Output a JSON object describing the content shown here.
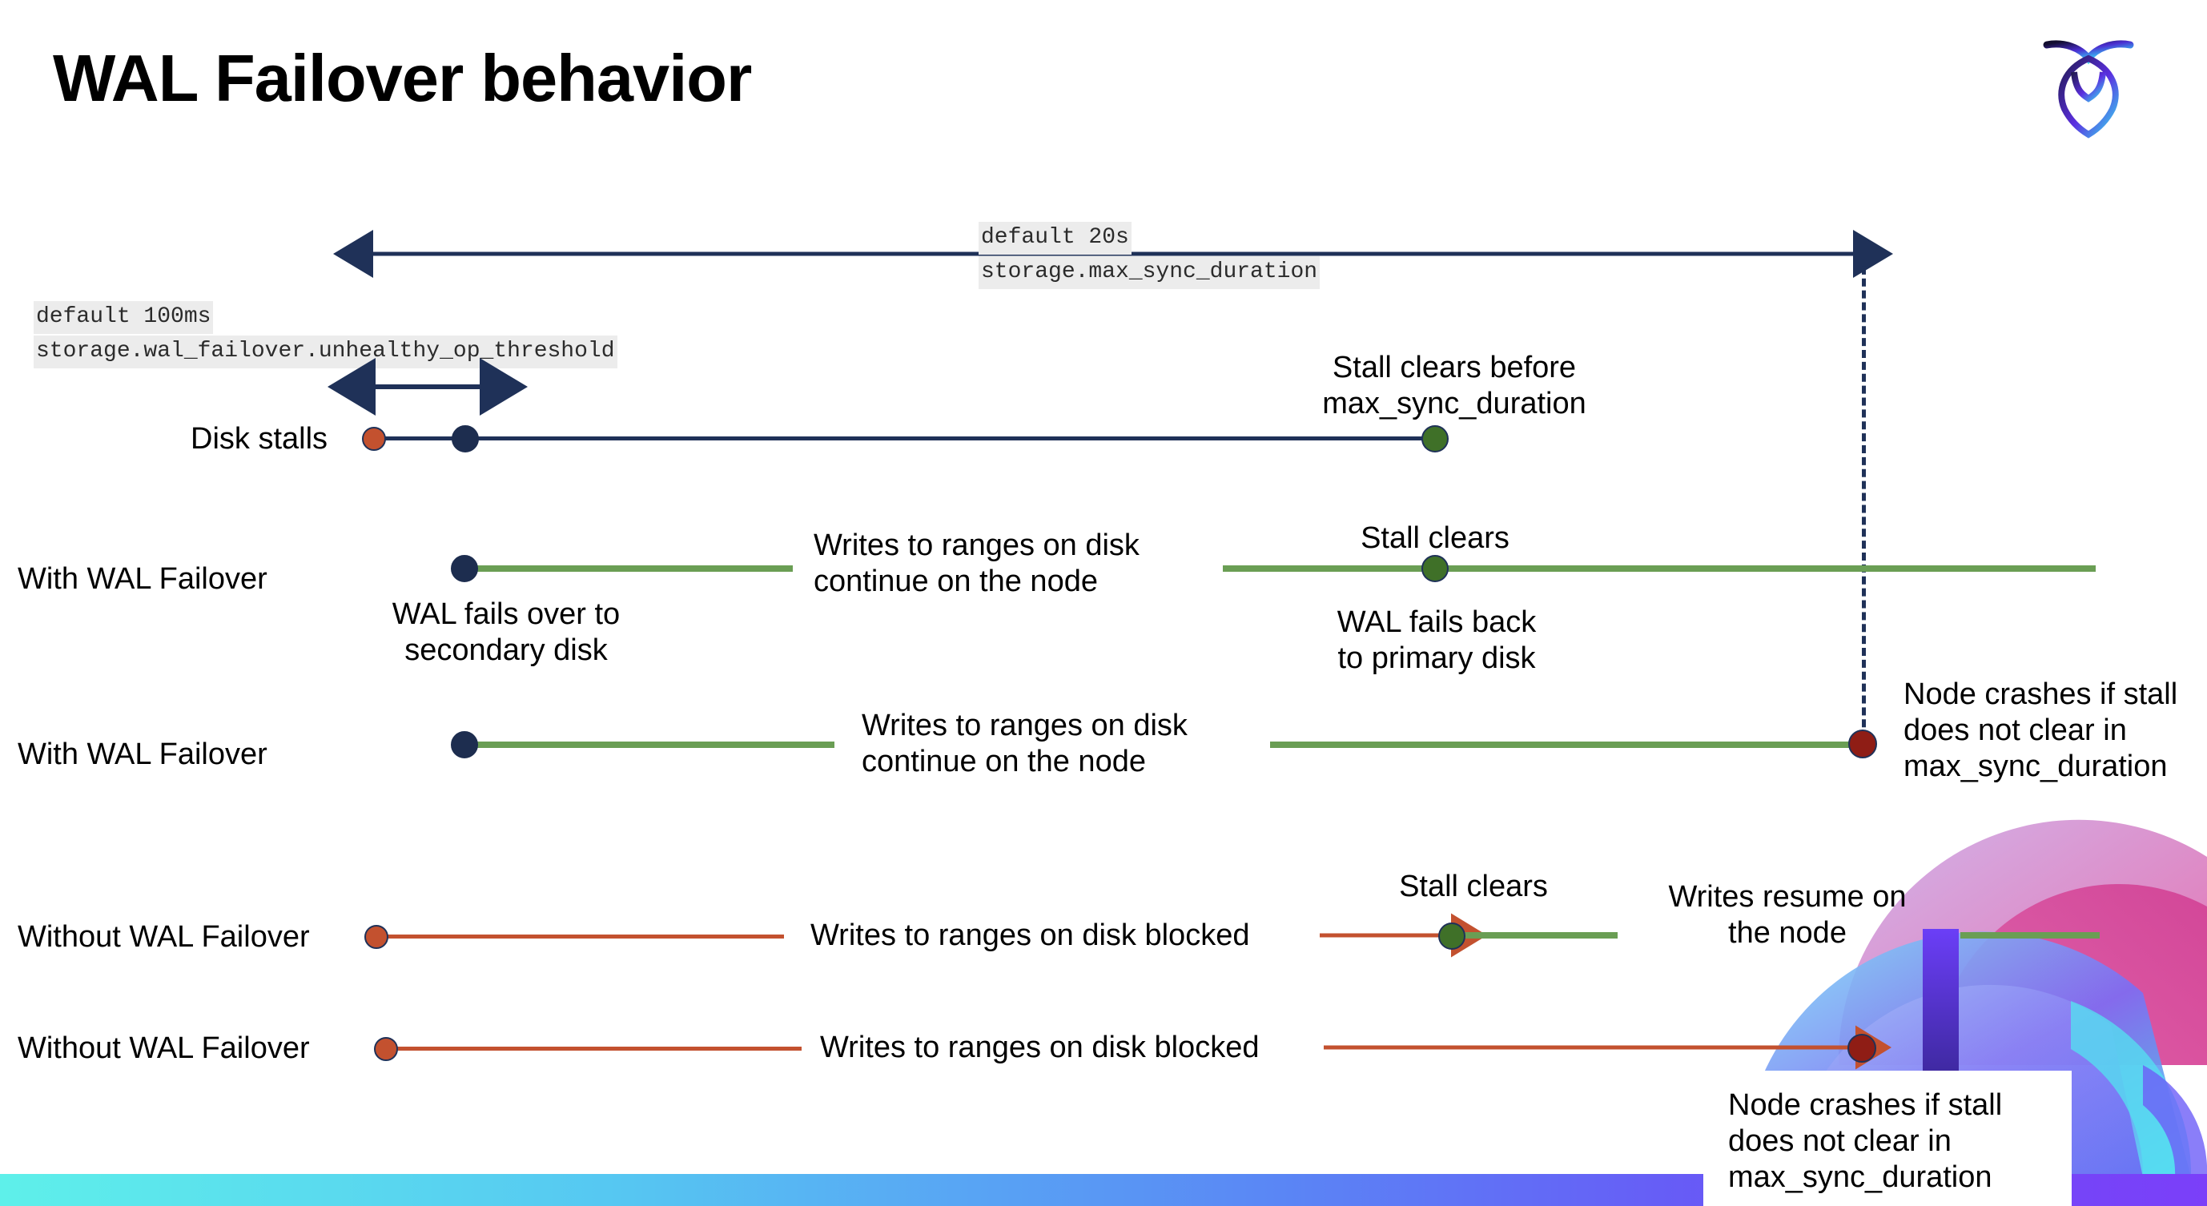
{
  "slide": {
    "title": "WAL Failover behavior",
    "logo_name": "cockroachdb-logo"
  },
  "annotations": {
    "max_sync": {
      "default_line": "default 20s",
      "setting_line": "storage.max_sync_duration"
    },
    "unhealthy_threshold": {
      "default_line": "default 100ms",
      "setting_line": "storage.wal_failover.unhealthy_op_threshold"
    }
  },
  "rows": [
    {
      "id": "disk-stalls",
      "label": "Disk stalls",
      "note_right": "Stall clears before\nmax_sync_duration"
    },
    {
      "id": "with-wal-failover-clears",
      "label": "With WAL Failover",
      "note_start": "WAL fails over to\nsecondary disk",
      "note_middle": "Writes to ranges on disk\ncontinue on the node",
      "note_above_end": "Stall clears",
      "note_below_end": "WAL fails  back\nto primary disk"
    },
    {
      "id": "with-wal-failover-crash",
      "label": "With WAL Failover",
      "note_middle": "Writes to ranges on disk\ncontinue on the node",
      "note_end": "Node crashes if stall\ndoes not clear in\nmax_sync_duration"
    },
    {
      "id": "without-wal-failover-clears",
      "label": "Without WAL Failover",
      "note_middle": "Writes to ranges on disk  blocked",
      "note_above_end": "Stall clears",
      "note_right": "Writes resume on\nthe node"
    },
    {
      "id": "without-wal-failover-crash",
      "label": "Without WAL Failover",
      "note_middle": "Writes to ranges on disk  blocked",
      "note_end": "Node crashes if stall\ndoes not clear in\nmax_sync_duration"
    }
  ],
  "colors": {
    "navy": "#1f3158",
    "green_line": "#6a9e54",
    "green_dot": "#3f7028",
    "orange": "#c3512f",
    "dark_red": "#8f1d15",
    "code_bg": "#ececec"
  }
}
